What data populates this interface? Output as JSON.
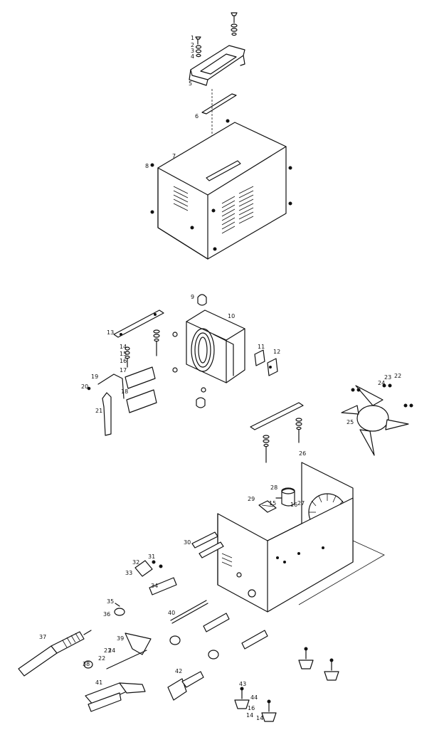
{
  "diagram": {
    "labels": [
      "1",
      "2",
      "3",
      "4",
      "5",
      "6",
      "7",
      "8",
      "9",
      "10",
      "11",
      "12",
      "13",
      "14",
      "15",
      "16",
      "17",
      "18",
      "19",
      "20",
      "21",
      "22",
      "23",
      "24",
      "25",
      "26",
      "27",
      "28",
      "29",
      "30",
      "31",
      "32",
      "33",
      "34",
      "35",
      "36",
      "37",
      "38",
      "39",
      "40",
      "41",
      "42",
      "43",
      "44",
      "14",
      "15",
      "16",
      "22",
      "23",
      "24",
      "16",
      "14"
    ]
  }
}
